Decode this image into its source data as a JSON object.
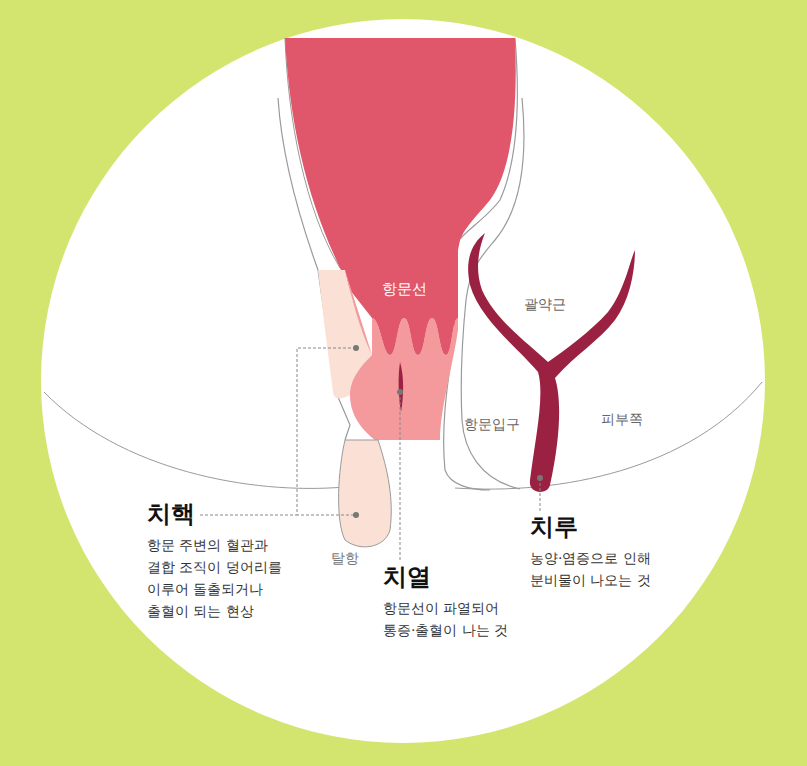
{
  "diagram": {
    "labels": [
      "항문선",
      "괄약근",
      "항문입구",
      "피부쪽",
      "탈항",
      "치핵",
      "항문 주변의 혈관과 결합 조직이 덩어리를 이루어 돌출되거나 출혈이 되는 현상",
      "치열",
      "항문선이 파열되어 통증·출혈이 나는 것",
      "치루",
      "농양·염증으로 인해 분비물이 나오는 것"
    ]
  }
}
